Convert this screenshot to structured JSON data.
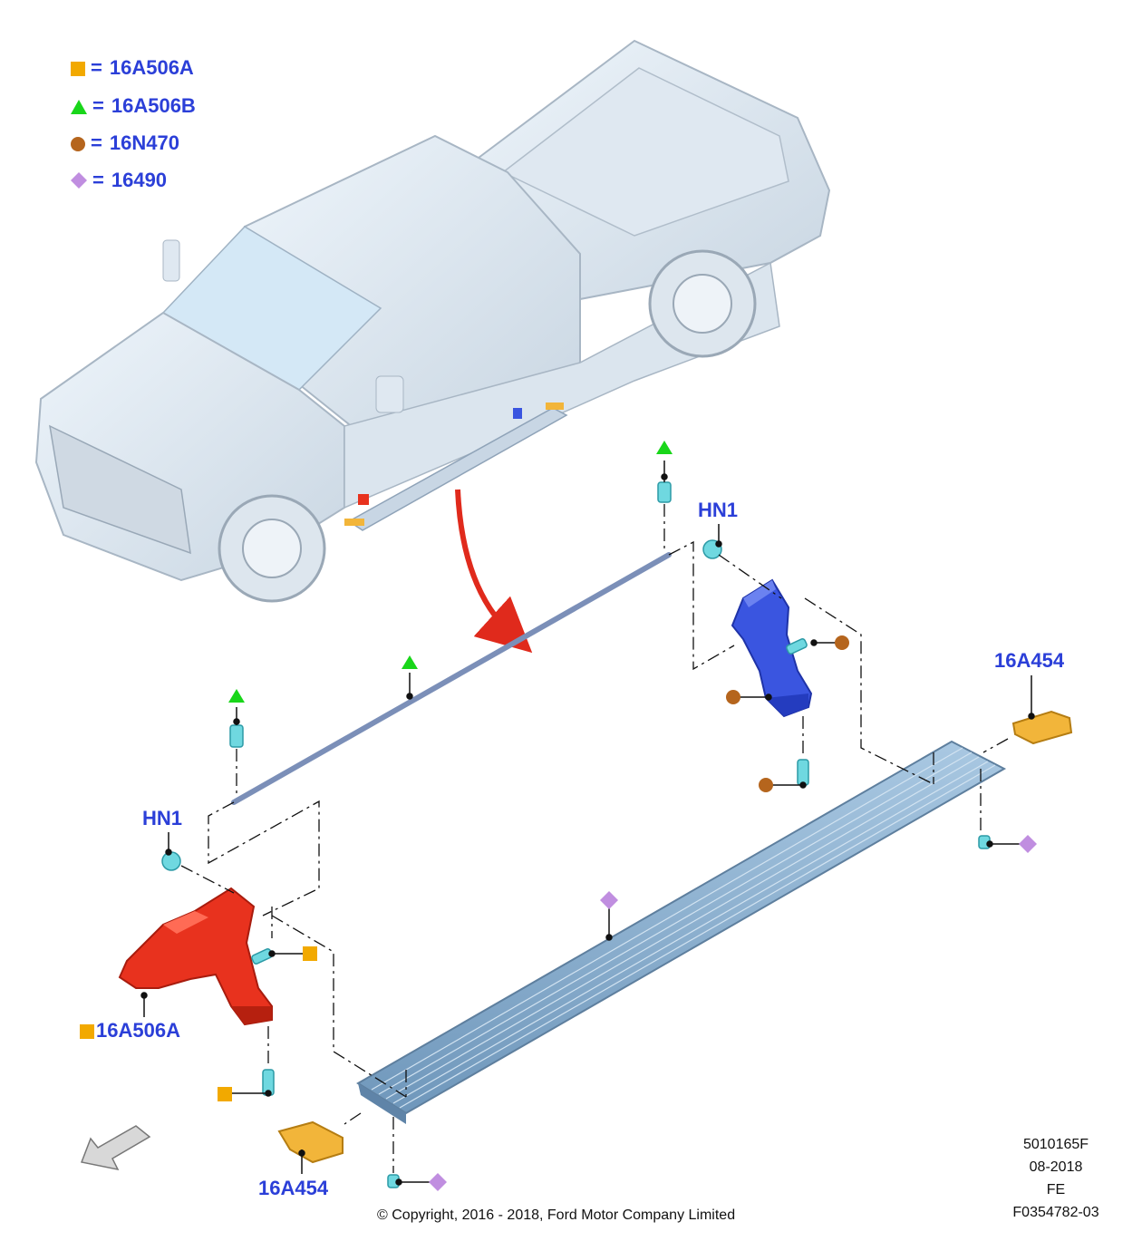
{
  "legend": [
    {
      "symbol": "square",
      "color": "#f2a900",
      "code": "16A506A"
    },
    {
      "symbol": "triangle",
      "color": "#19d61a",
      "code": "16A506B"
    },
    {
      "symbol": "circle",
      "color": "#b5651d",
      "code": "16N470"
    },
    {
      "symbol": "diamond",
      "color": "#c08ee0",
      "code": "16490"
    }
  ],
  "legend_equals": "=",
  "labels": {
    "hn1_top": "HN1",
    "hn1_left": "HN1",
    "step_pad_right": "16A454",
    "step_pad_left": "16A454",
    "bracket_front": "16A506A"
  },
  "meta": {
    "illustration_no": "5010165F",
    "date": "08-2018",
    "code": "FE",
    "ref": "F0354782-03"
  },
  "copyright": "© Copyright, 2016 - 2018, Ford Motor Company Limited",
  "colors": {
    "label_blue": "#2b3fd8",
    "front_bracket": "#e8321e",
    "rear_bracket": "#3a55e0",
    "running_board": "#8fb4d6",
    "step_pad": "#f2b53a",
    "fastener": "#6fd8e0",
    "arrow_red": "#e02a1c"
  }
}
